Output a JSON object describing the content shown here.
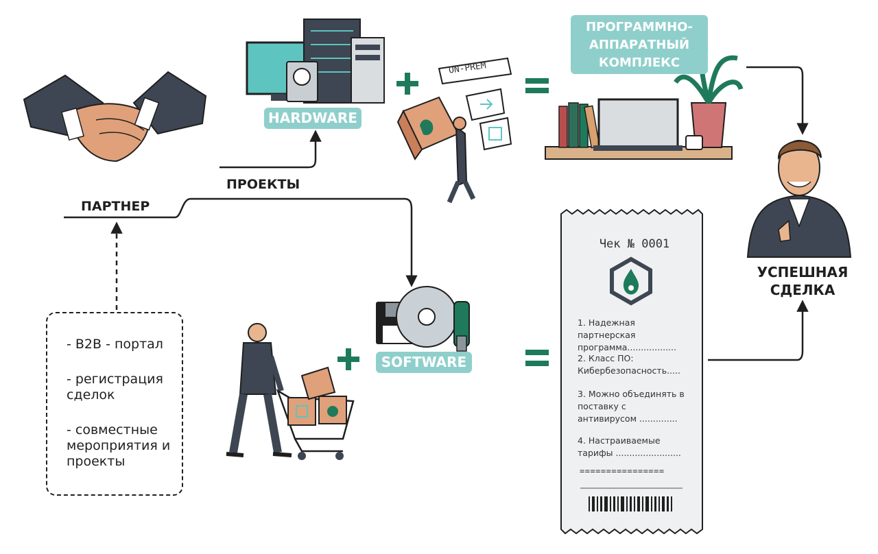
{
  "labels": {
    "partner": "ПАРТНЕР",
    "projects": "ПРОЕКТЫ",
    "hardware": "HARDWARE",
    "software": "SOFTWARE",
    "on_prem": "ON-PREM",
    "complex_line1": "ПРОГРАММНО-",
    "complex_line2": "АППАРАТНЫЙ",
    "complex_line3": "КОМПЛЕКС",
    "success_line1": "УСПЕШНАЯ",
    "success_line2": "СДЕЛКА",
    "plus": "+",
    "equals": "="
  },
  "partner_benefits": [
    "- B2B - портал",
    "- регистрация сделок",
    "- совместные мероприятия и проекты"
  ],
  "receipt": {
    "title": "Чек № 0001",
    "items": [
      "1. Надежная партнерская\n    программа..................",
      "2. Класс ПО:\n    Кибербезопасность.....",
      "3. Можно объединять в\n    поставку с\n    антивирусом ..............",
      "4. Настраиваемые\n    тарифы ........................"
    ],
    "separator": "================"
  },
  "colors": {
    "accent_green": "#1e7a5a",
    "pill_teal": "#8fcfcb",
    "line": "#1f1f1f",
    "monitor_screen": "#5ec4bf",
    "suit": "#3d4652"
  }
}
